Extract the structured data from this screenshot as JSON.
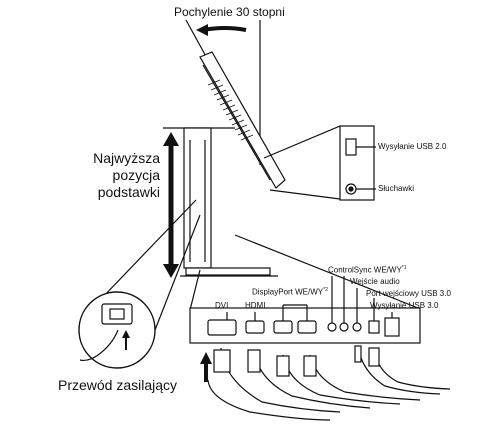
{
  "labels": {
    "tilt": "Pochylenie 30 stopni",
    "stand_highest_line1": "Najwyższa",
    "stand_highest_line2": "pozycja",
    "stand_highest_line3": "podstawki",
    "usb_upstream_20": "Wysyłanie USB 2.0",
    "headphones": "Słuchawki",
    "controlsync": "ControlSync WE/WY",
    "controlsync_note": "*1",
    "audio_in": "Wejście audio",
    "usb_in_30": "Port wejściowy USB 3.0",
    "usb_out_30": "Wysyłanie USB 3.0",
    "displayport": "DisplayPort WE/WY",
    "displayport_note": "*2",
    "hdmi": "HDMI",
    "dvi": "DVI",
    "power_cord": "Przewód zasilający"
  }
}
